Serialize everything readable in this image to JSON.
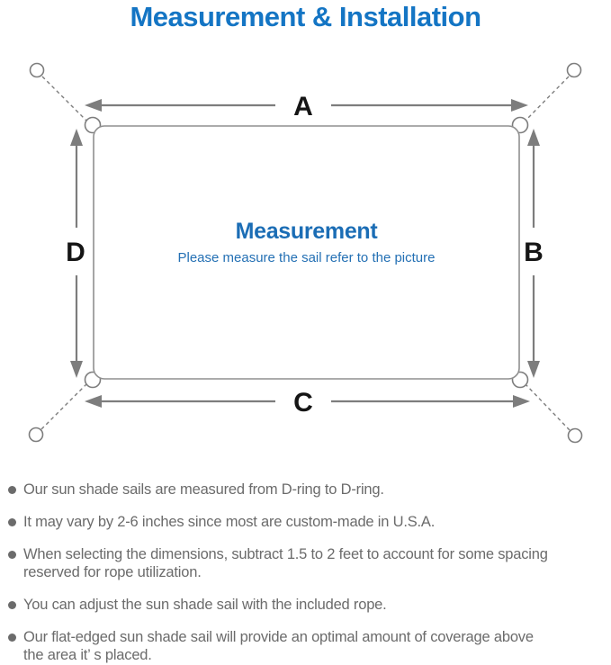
{
  "title": "Measurement & Installation",
  "diagram": {
    "labels": {
      "top": "A",
      "right": "B",
      "bottom": "C",
      "left": "D"
    },
    "center_title": "Measurement",
    "center_subtitle": "Please measure the sail refer to the picture"
  },
  "colors": {
    "title_blue": "#1475c4",
    "center_blue": "#1b6db5",
    "line_gray": "#7d7d7d",
    "bullet_text_gray": "#6b6b6b",
    "label_black": "#151515"
  },
  "bullets": [
    "Our sun shade sails are measured from D-ring to D-ring.",
    "It may vary by 2-6 inches since most are custom-made in U.S.A.",
    "When selecting the dimensions, subtract 1.5 to 2 feet to account for some spacing\nreserved for rope utilization.",
    "You can adjust the sun shade sail with the included rope.",
    "Our flat-edged sun shade sail will provide an optimal amount of coverage above\nthe area it’ s placed."
  ]
}
